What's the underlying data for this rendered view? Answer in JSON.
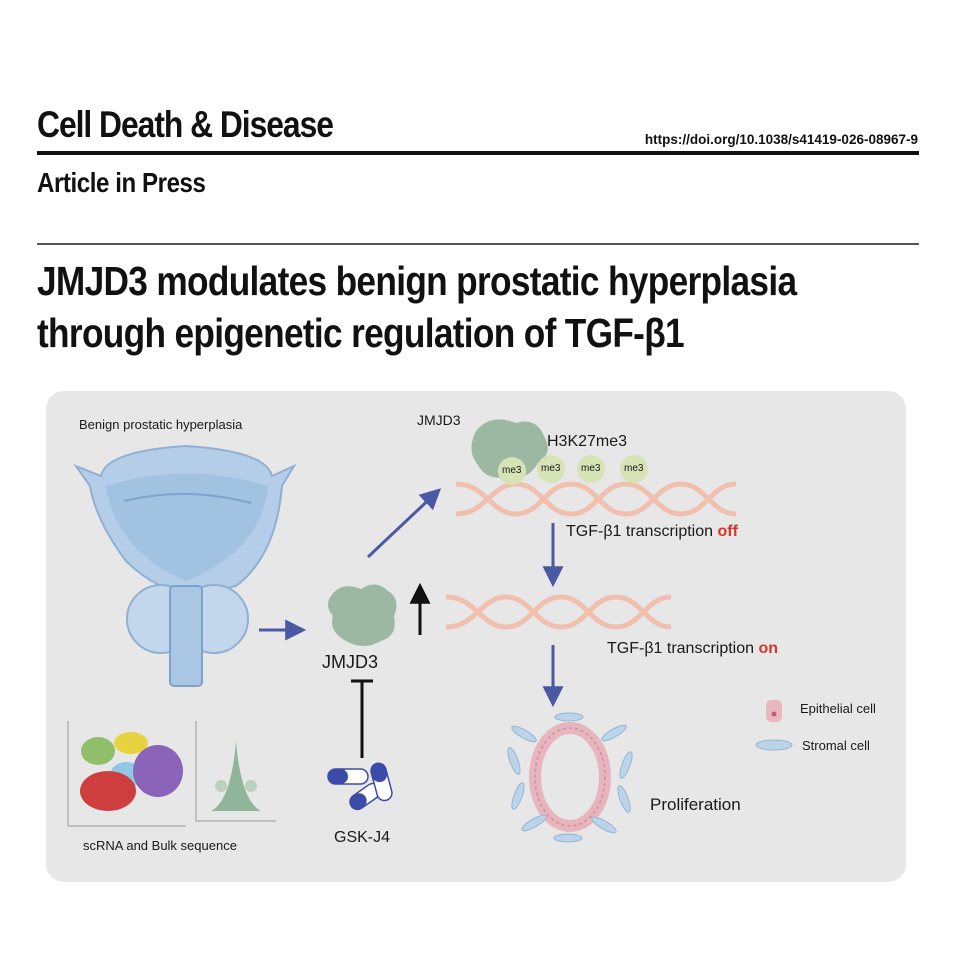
{
  "header": {
    "journal": "Cell Death & Disease",
    "doi": "https://doi.org/10.1038/s41419-026-08967-9",
    "status": "Article in Press"
  },
  "article": {
    "title_line1": "JMJD3 modulates benign prostatic hyperplasia",
    "title_line2": "through epigenetic regulation of TGF-β1"
  },
  "figure": {
    "bph_label": "Benign prostatic hyperplasia",
    "seq_label": "scRNA and Bulk sequence",
    "jmjd3_center": "JMJD3",
    "jmjd3_top": "JMJD3",
    "h3k27me3": "H3K27me3",
    "me3": "me3",
    "transcription_off_prefix": "TGF-β1 transcription ",
    "transcription_off_state": "off",
    "transcription_on_prefix": "TGF-β1 transcription ",
    "transcription_on_state": "on",
    "inhibitor": "GSK-J4",
    "legend_epithelial": "Epithelial cell",
    "legend_stromal": "Stromal cell",
    "proliferation": "Proliferation",
    "colors": {
      "arrow": "#4b58a4",
      "state_red": "#d6352b",
      "dna": "#f0bfae",
      "jmjd3": "#9cb8a3",
      "me3": "#d6e3b4",
      "organ": "#a9c6e4"
    }
  }
}
